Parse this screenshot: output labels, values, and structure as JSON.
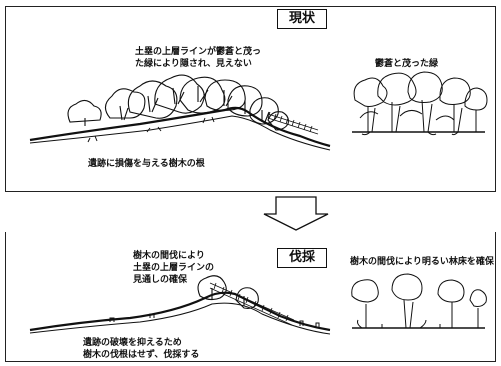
{
  "upper_panel": {
    "title": "現状",
    "note_line": "土塁の上層ラインが鬱蒼と茂っ\nた緑により隠され、見えない",
    "note_forest": "鬱蒼と茂った緑",
    "note_roots": "遺跡に損傷を与える樹木の根"
  },
  "arrow": {
    "shape": "down-arrow"
  },
  "lower_panel": {
    "title": "伐採",
    "note_line": "樹木の間伐により\n土塁の上層ラインの\n見通しの確保",
    "note_forest": "樹木の間伐により明るい林床を確保",
    "note_roots": "遺跡の破壊を抑えるため\n樹木の伐根はせず、伐採する"
  }
}
